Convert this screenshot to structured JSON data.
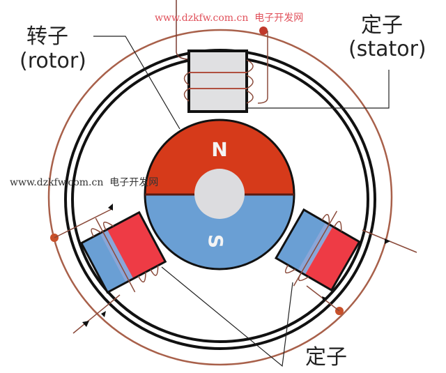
{
  "labels": {
    "rotor_cn": "转子",
    "rotor_en": "(rotor)",
    "stator_cn": "定子",
    "stator_en": "(stator)",
    "stator_bottom_cn": "定子",
    "north": "N",
    "south": "S"
  },
  "watermarks": {
    "top": "www.dzkfw.com.cn  电子开发网",
    "middle": "www.dzkfw.com.cn  电子开发网"
  },
  "colors": {
    "north": "#d63a1a",
    "south": "#6a9fd4",
    "wire": "#9c5a40",
    "pole_red": "#ee3b45",
    "pole_blue": "#6a9fd4"
  }
}
